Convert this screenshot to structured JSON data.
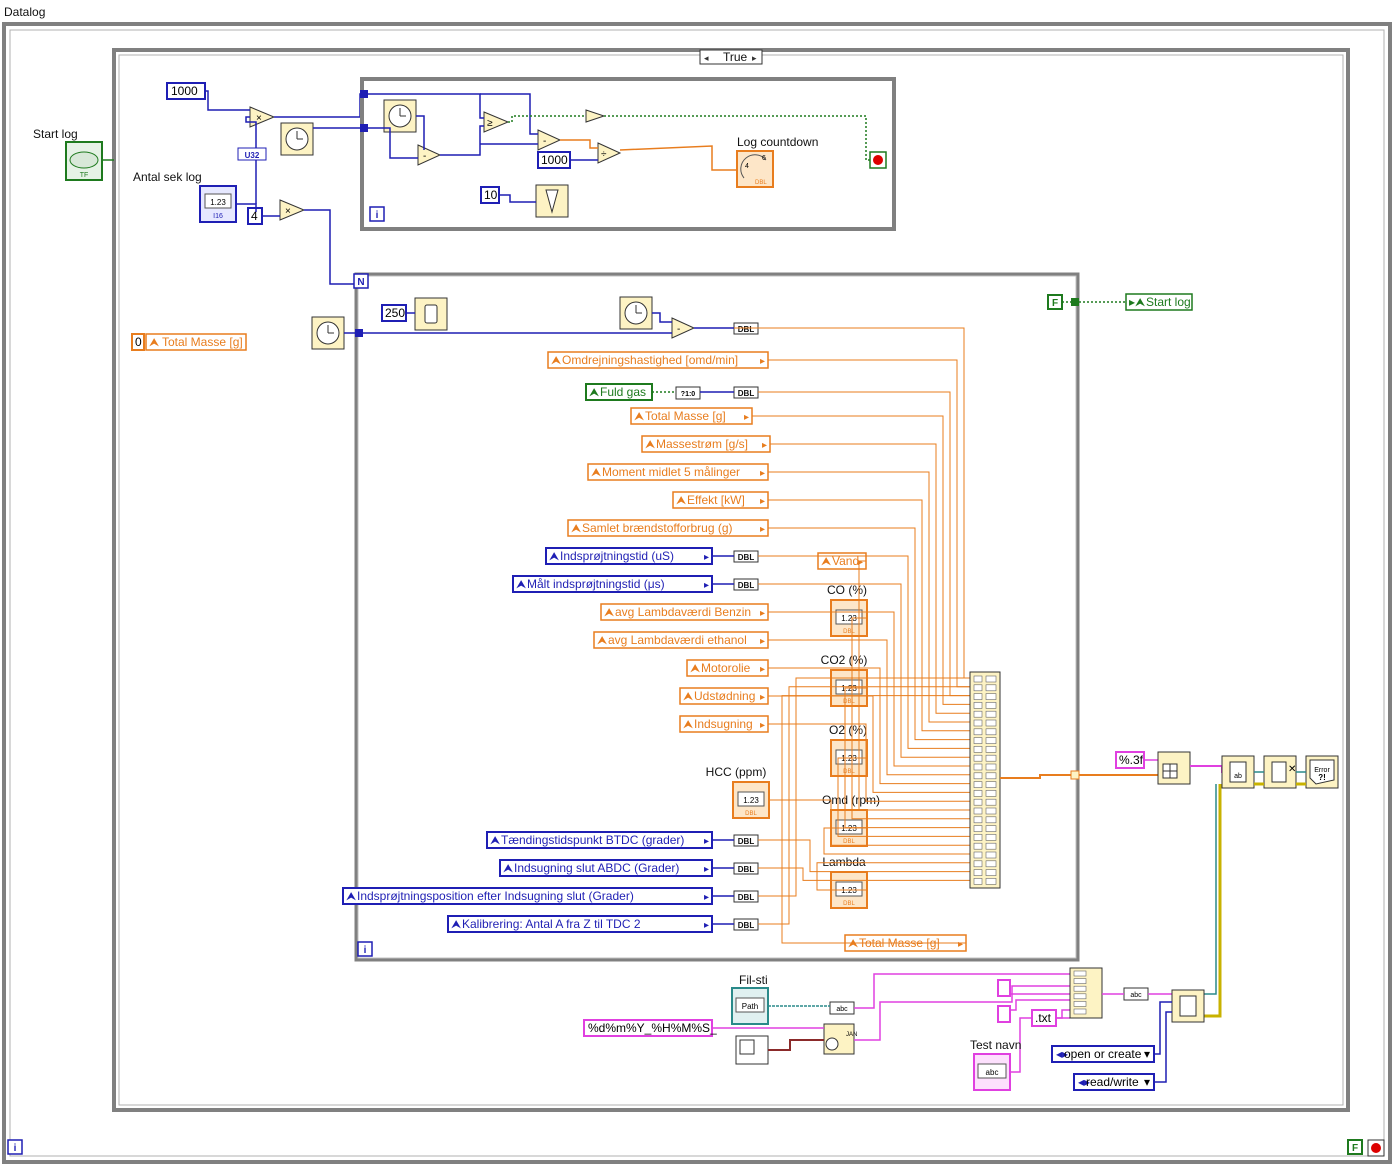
{
  "window": {
    "title": "Datalog"
  },
  "case": {
    "selector": "True"
  },
  "start_log_label": "Start log",
  "antal_label": "Antal sek log",
  "consts": {
    "c1000a": "1000",
    "c4": "4",
    "c1000b": "1000",
    "c10": "10",
    "c250": "250",
    "c0": "0"
  },
  "log_countdown_label": "Log countdown",
  "u32": "U32",
  "local_total_masse": "Total Masse [g]",
  "loop_n": "N",
  "loop_i": "i",
  "false_const": "F",
  "start_log_local": "Start log",
  "locals_orange": [
    "Omdrejningshastighed [omd/min]",
    "Total Masse [g]",
    "Massestrøm [g/s]",
    "Moment midlet 5 målinger",
    "Effekt [kW]",
    "Samlet brændstofforbrug (g)",
    "avg Lambdaværdi Benzin",
    "avg Lambdaværdi ethanol",
    "Motorolie",
    "Udstødning",
    "Indsugning",
    "Vand",
    "Total Masse [g]"
  ],
  "locals_blue": [
    "Indsprøjtningstid (uS)",
    "Målt indsprøjtningstid (μs)",
    "Tændingstidspunkt BTDC (grader)",
    "Indsugning slut ABDC (Grader)",
    "Indsprøjtningsposition efter Indsugning slut (Grader)",
    "Kalibrering:  Antal A fra Z til TDC 2"
  ],
  "fuld_gas": "Fuld gas",
  "dbl": "DBL",
  "indicators": [
    "CO (%)",
    "CO2 (%)",
    "O2 (%)",
    "HCC (ppm)",
    "Omd (rpm)",
    "Lambda"
  ],
  "format_str": "%.3f",
  "file_label": "Fil-sti",
  "date_format": "%d%m%Y_%H%M%S_",
  "txt": ".txt",
  "test_navn": "Test navn",
  "enum_open": "open or create",
  "enum_rw": "read/write",
  "colors": {
    "orange": "#e87d1e",
    "blue": "#1f1fb4",
    "green": "#1e7a1e",
    "pink": "#e040e0",
    "teal": "#2a8a8a",
    "gray": "#7f7f7f"
  }
}
